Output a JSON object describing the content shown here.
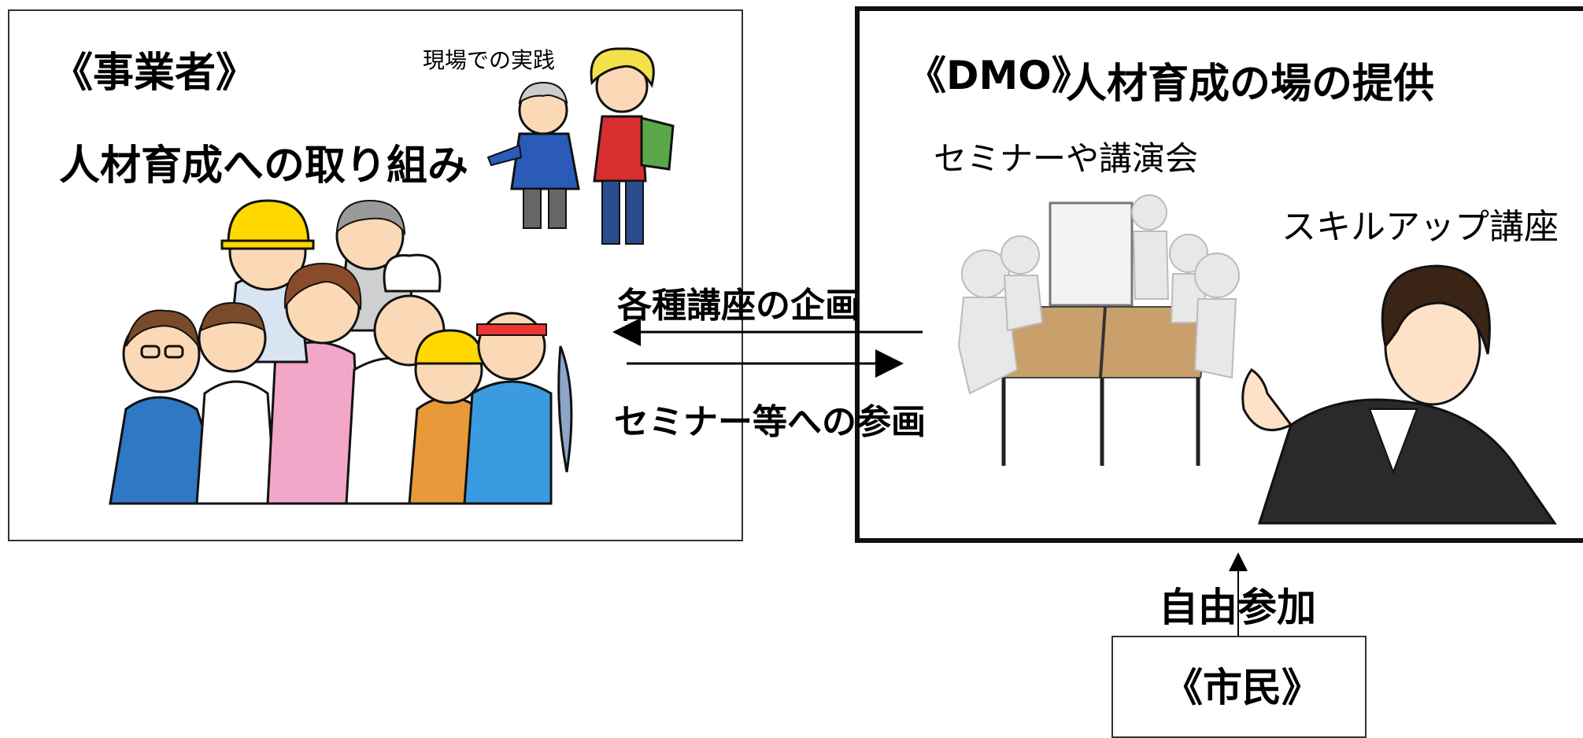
{
  "business": {
    "title": "《事業者》",
    "subtitle": "人材育成への取り組み",
    "onsite_label": "現場での実践"
  },
  "dmo": {
    "tag": "《DMO》",
    "title": "人材育成の場の提供",
    "seminar_label": "セミナーや講演会",
    "skillup_label": "スキルアップ講座"
  },
  "arrows": {
    "plan_label": "各種講座の企画",
    "join_label": "セミナー等への参画"
  },
  "citizen": {
    "title": "《市民》",
    "free_label": "自由参加"
  }
}
